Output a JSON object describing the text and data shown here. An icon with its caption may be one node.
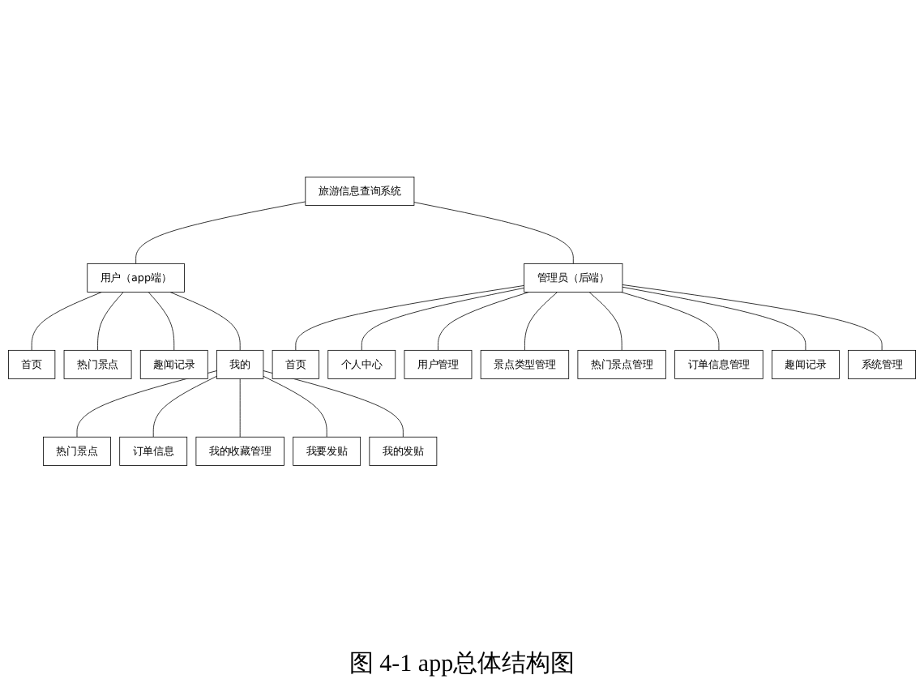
{
  "diagram": {
    "caption": "图 4-1 app总体结构图",
    "nodes": [
      {
        "text": [
          "旅游信息查询系统"
        ]
      },
      {
        "text": [
          "用户（app端）"
        ]
      },
      {
        "text": [
          "管理员（后端）"
        ]
      },
      {
        "text": [
          "首页"
        ]
      },
      {
        "text": [
          "热门景点"
        ]
      },
      {
        "text": [
          "趣闻记录"
        ]
      },
      {
        "text": [
          "我的"
        ]
      },
      {
        "text": [
          "首页"
        ]
      },
      {
        "text": [
          "个人中心"
        ]
      },
      {
        "text": [
          "用户管理"
        ]
      },
      {
        "text": [
          "景点类型管理"
        ]
      },
      {
        "text": [
          "热门景点管理"
        ]
      },
      {
        "text": [
          "订单信息管理"
        ]
      },
      {
        "text": [
          "趣闻记录"
        ]
      },
      {
        "text": [
          "系统管理"
        ]
      },
      {
        "text": [
          "热门景点"
        ]
      },
      {
        "text": [
          "订单信息"
        ]
      },
      {
        "text": [
          "我的收藏管理"
        ]
      },
      {
        "text": [
          "我要发贴"
        ]
      },
      {
        "text": [
          "我的发贴"
        ]
      }
    ],
    "edges": [
      {
        "from": 0,
        "to": 1,
        "arrow": "none"
      },
      {
        "from": 0,
        "to": 2,
        "arrow": "none"
      },
      {
        "from": 1,
        "to": 3,
        "arrow": "none"
      },
      {
        "from": 1,
        "to": 4,
        "arrow": "none"
      },
      {
        "from": 1,
        "to": 5,
        "arrow": "none"
      },
      {
        "from": 1,
        "to": 6,
        "arrow": "none"
      },
      {
        "from": 2,
        "to": 7,
        "arrow": "none"
      },
      {
        "from": 2,
        "to": 8,
        "arrow": "none"
      },
      {
        "from": 2,
        "to": 9,
        "arrow": "none"
      },
      {
        "from": 2,
        "to": 10,
        "arrow": "none"
      },
      {
        "from": 2,
        "to": 11,
        "arrow": "none"
      },
      {
        "from": 2,
        "to": 12,
        "arrow": "none"
      },
      {
        "from": 2,
        "to": 13,
        "arrow": "none"
      },
      {
        "from": 2,
        "to": 14,
        "arrow": "none"
      },
      {
        "from": 6,
        "to": 15,
        "arrow": "none"
      },
      {
        "from": 6,
        "to": 16,
        "arrow": "none"
      },
      {
        "from": 6,
        "to": 17,
        "arrow": "none"
      },
      {
        "from": 6,
        "to": 18,
        "arrow": "none"
      },
      {
        "from": 6,
        "to": 19,
        "arrow": "none"
      }
    ]
  }
}
